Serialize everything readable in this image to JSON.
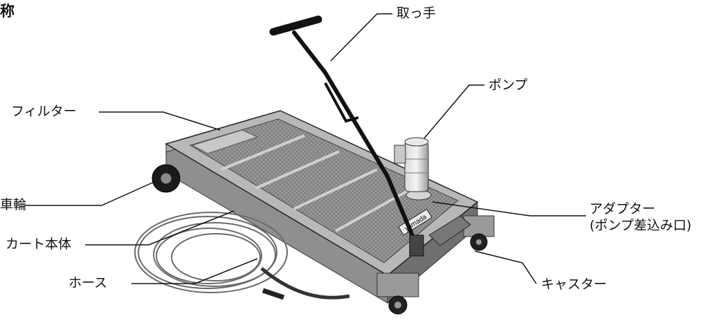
{
  "title": "称",
  "labels": {
    "handle": "取っ手",
    "pump": "ポンプ",
    "filter": "フィルター",
    "wheel": "車輪",
    "cart_body": "カート本体",
    "hose": "ホース",
    "adapter_line1": "アダプター",
    "adapter_line2": "(ポンプ差込み口)",
    "caster": "キャスター"
  },
  "brand_plate": "yamada"
}
